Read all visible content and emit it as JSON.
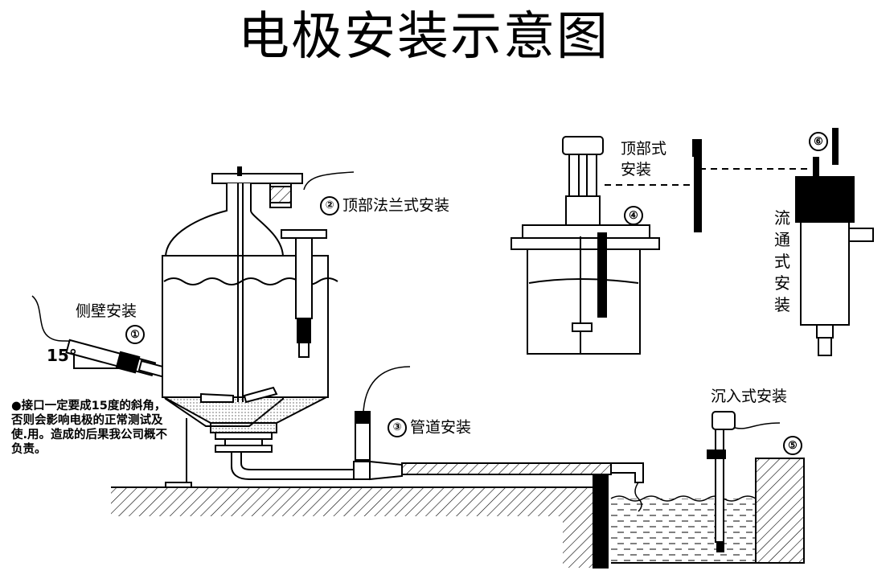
{
  "title": "电极安装示意图",
  "labels": {
    "side_wall": "侧壁安装",
    "side_wall_num": "①",
    "angle": "15°",
    "top_flange": "顶部法兰式安装",
    "top_flange_num": "②",
    "pipeline": "管道安装",
    "pipeline_num": "③",
    "top_mount_line1": "顶部式",
    "top_mount_line2": "安装",
    "top_mount_num": "④",
    "flow_through": "流通式安装",
    "flow_through_num": "⑥",
    "immersion": "沉入式安装",
    "immersion_num": "⑤"
  },
  "note": "●接口一定要成15度的斜角，否则会影响电极的正常测试及使.用。造成的后果我公司概不负责。",
  "colors": {
    "ink": "#000000",
    "background": "#ffffff",
    "hatch": "#000000",
    "sediment": "#bdbdbd"
  }
}
